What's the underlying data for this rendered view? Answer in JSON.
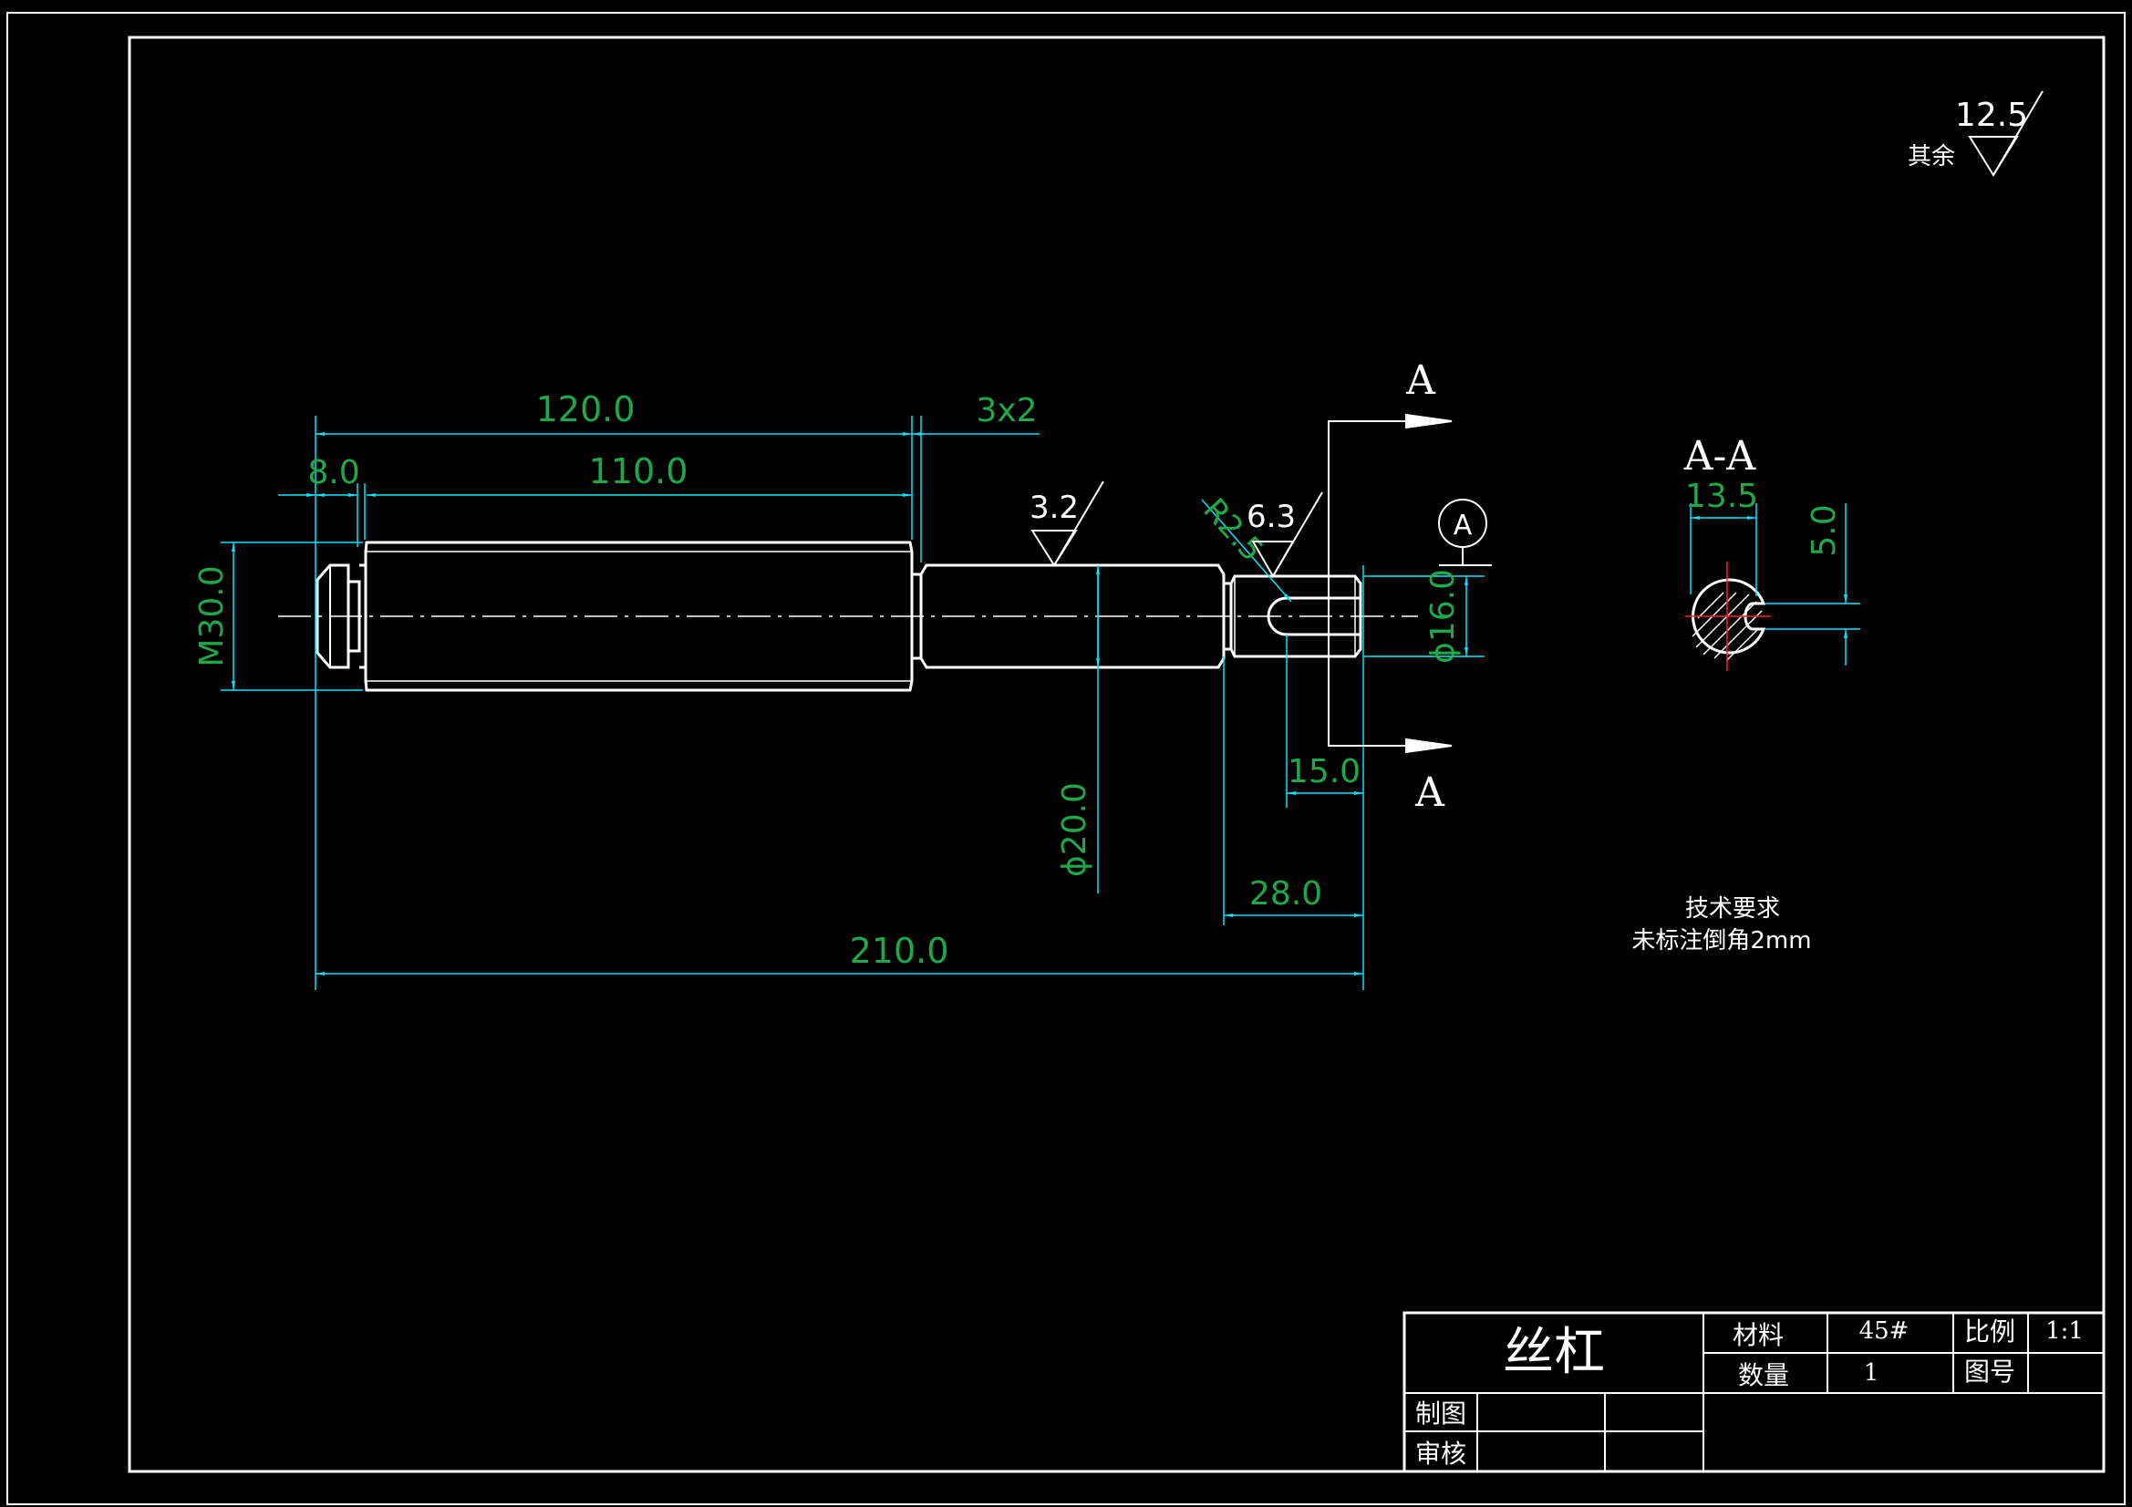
{
  "colors": {
    "background": "#000000",
    "outline": "#ffffff",
    "dimension_line": "#00e5ff",
    "dimension_text": "#1fa84a",
    "center_mark": "#ff2020"
  },
  "drawing": {
    "dimensions": {
      "len_120": "120.0",
      "len_110": "110.0",
      "len_8": "8.0",
      "groove_3x2": "3x2",
      "dia_m30": "M30.0",
      "dia_20": "ϕ20.0",
      "dia_16": "ϕ16.0",
      "len_15": "15.0",
      "len_28": "28.0",
      "len_210": "210.0",
      "radius_r25": "R2.5"
    },
    "roughness": {
      "mid": "3.2",
      "right": "6.3",
      "general_value": "12.5",
      "general_label": "其余"
    },
    "section_marker": {
      "top": "A",
      "bottom": "A",
      "datum": "A"
    },
    "section_view": {
      "title": "A-A",
      "width_dim": "13.5",
      "height_dim": "5.0"
    },
    "tech_notes": {
      "heading": "技术要求",
      "line1": "未标注倒角2mm"
    }
  },
  "title_block": {
    "part_name": "丝杠",
    "material_label": "材料",
    "material_value": "45#",
    "scale_label": "比例",
    "scale_value": "1:1",
    "quantity_label": "数量",
    "quantity_value": "1",
    "drawing_no_label": "图号",
    "drawn_label": "制图",
    "checked_label": "审核"
  }
}
